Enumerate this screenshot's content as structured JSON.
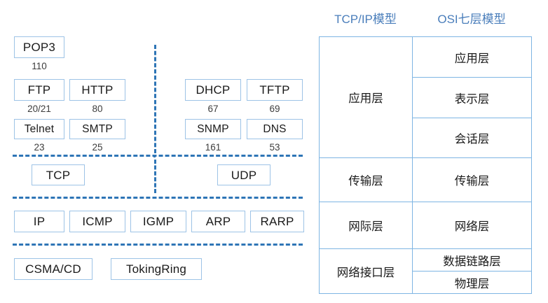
{
  "diagram": {
    "title_hidden": "",
    "colors": {
      "accent_blue": "#2e75b6",
      "box_border": "#9dc3e6",
      "table_border": "#7eb5e3",
      "header_text": "#4a7ebb",
      "body_text": "#1a1a1a"
    }
  },
  "protocols": {
    "application_left": [
      {
        "name": "POP3",
        "port": "110"
      },
      {
        "name": "FTP",
        "port": "20/21"
      },
      {
        "name": "HTTP",
        "port": "80"
      },
      {
        "name": "Telnet",
        "port": "23"
      },
      {
        "name": "SMTP",
        "port": "25"
      }
    ],
    "application_right": [
      {
        "name": "DHCP",
        "port": "67"
      },
      {
        "name": "TFTP",
        "port": "69"
      },
      {
        "name": "SNMP",
        "port": "161"
      },
      {
        "name": "DNS",
        "port": "53"
      }
    ],
    "transport": [
      {
        "name": "TCP"
      },
      {
        "name": "UDP"
      }
    ],
    "internet": [
      {
        "name": "IP"
      },
      {
        "name": "ICMP"
      },
      {
        "name": "IGMP"
      },
      {
        "name": "ARP"
      },
      {
        "name": "RARP"
      }
    ],
    "link": [
      {
        "name": "CSMA/CD"
      },
      {
        "name": "TokingRing"
      }
    ]
  },
  "model_table": {
    "headers": {
      "tcpip": "TCP/IP模型",
      "osi": "OSI七层模型"
    },
    "rows": [
      {
        "tcpip": "应用层",
        "osi": [
          "应用层",
          "表示层",
          "会话层"
        ]
      },
      {
        "tcpip": "传输层",
        "osi": [
          "传输层"
        ]
      },
      {
        "tcpip": "网际层",
        "osi": [
          "网络层"
        ]
      },
      {
        "tcpip": "网络接口层",
        "osi": [
          "数据链路层",
          "物理层"
        ]
      }
    ]
  }
}
